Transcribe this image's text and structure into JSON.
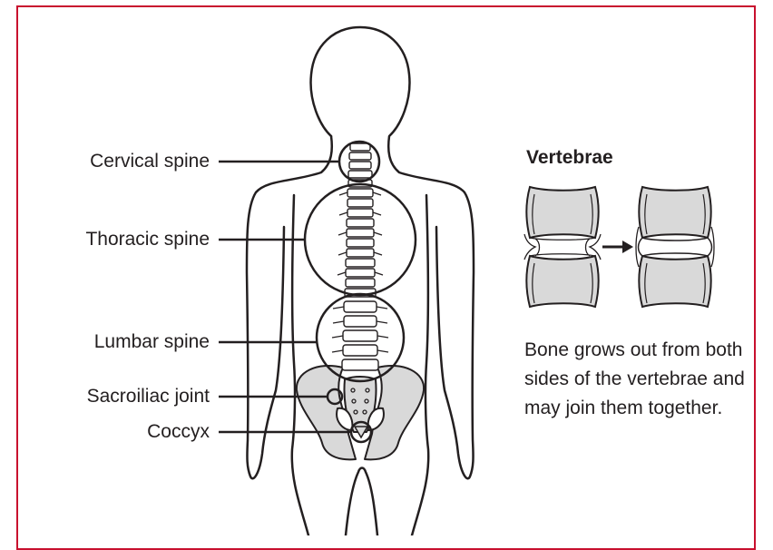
{
  "labels": {
    "cervical": "Cervical spine",
    "thoracic": "Thoracic spine",
    "lumbar": "Lumbar spine",
    "sacroiliac": "Sacroiliac joint",
    "coccyx": "Coccyx"
  },
  "vertebrae": {
    "heading": "Vertebrae",
    "description": "Bone grows out from both sides of the vertebrae and may join them together."
  },
  "colors": {
    "border": "#c8102e",
    "line": "#231f20",
    "bone_fill": "#d9d9d9"
  }
}
